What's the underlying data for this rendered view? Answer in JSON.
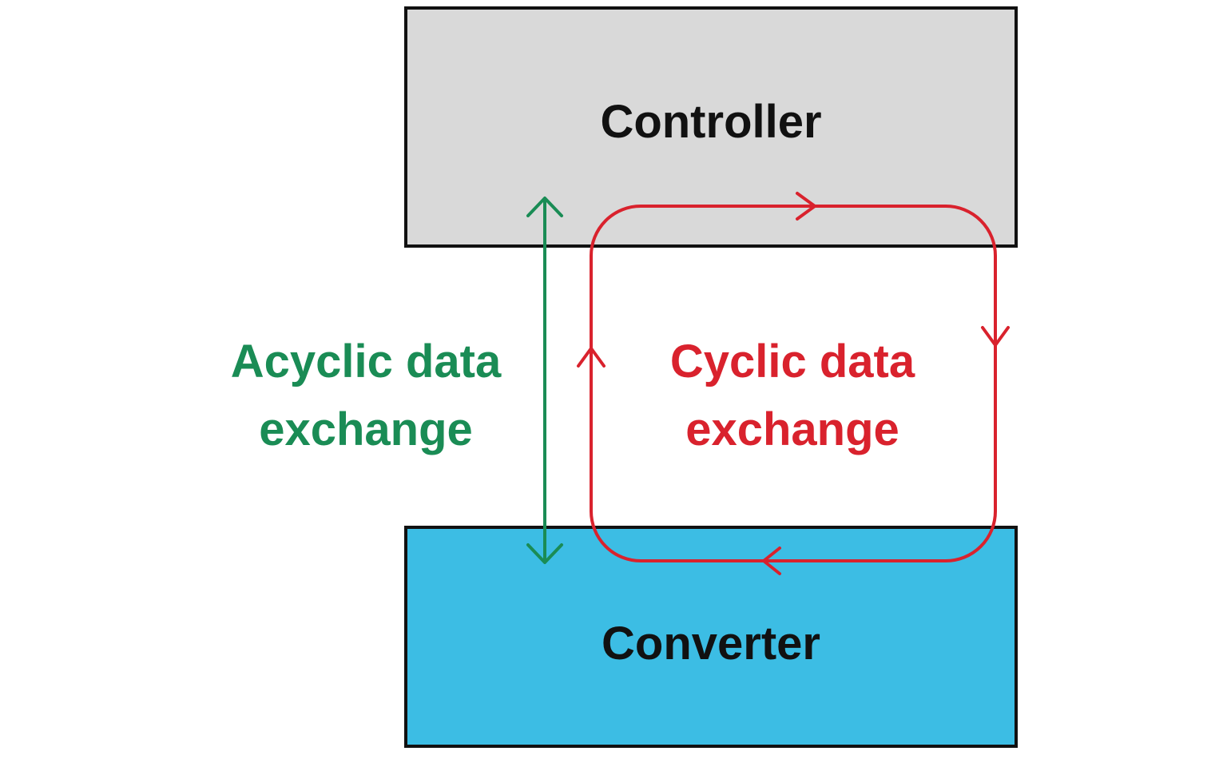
{
  "colors": {
    "controller_fill": "#d9d9d9",
    "converter_fill": "#3cbde4",
    "box_border": "#111111",
    "acyclic": "#1a8c55",
    "cyclic": "#d9222d"
  },
  "controller": {
    "label": "Controller"
  },
  "converter": {
    "label": "Converter"
  },
  "acyclic": {
    "line1": "Acyclic data",
    "line2": "exchange"
  },
  "cyclic": {
    "line1": "Cyclic data",
    "line2": "exchange"
  }
}
